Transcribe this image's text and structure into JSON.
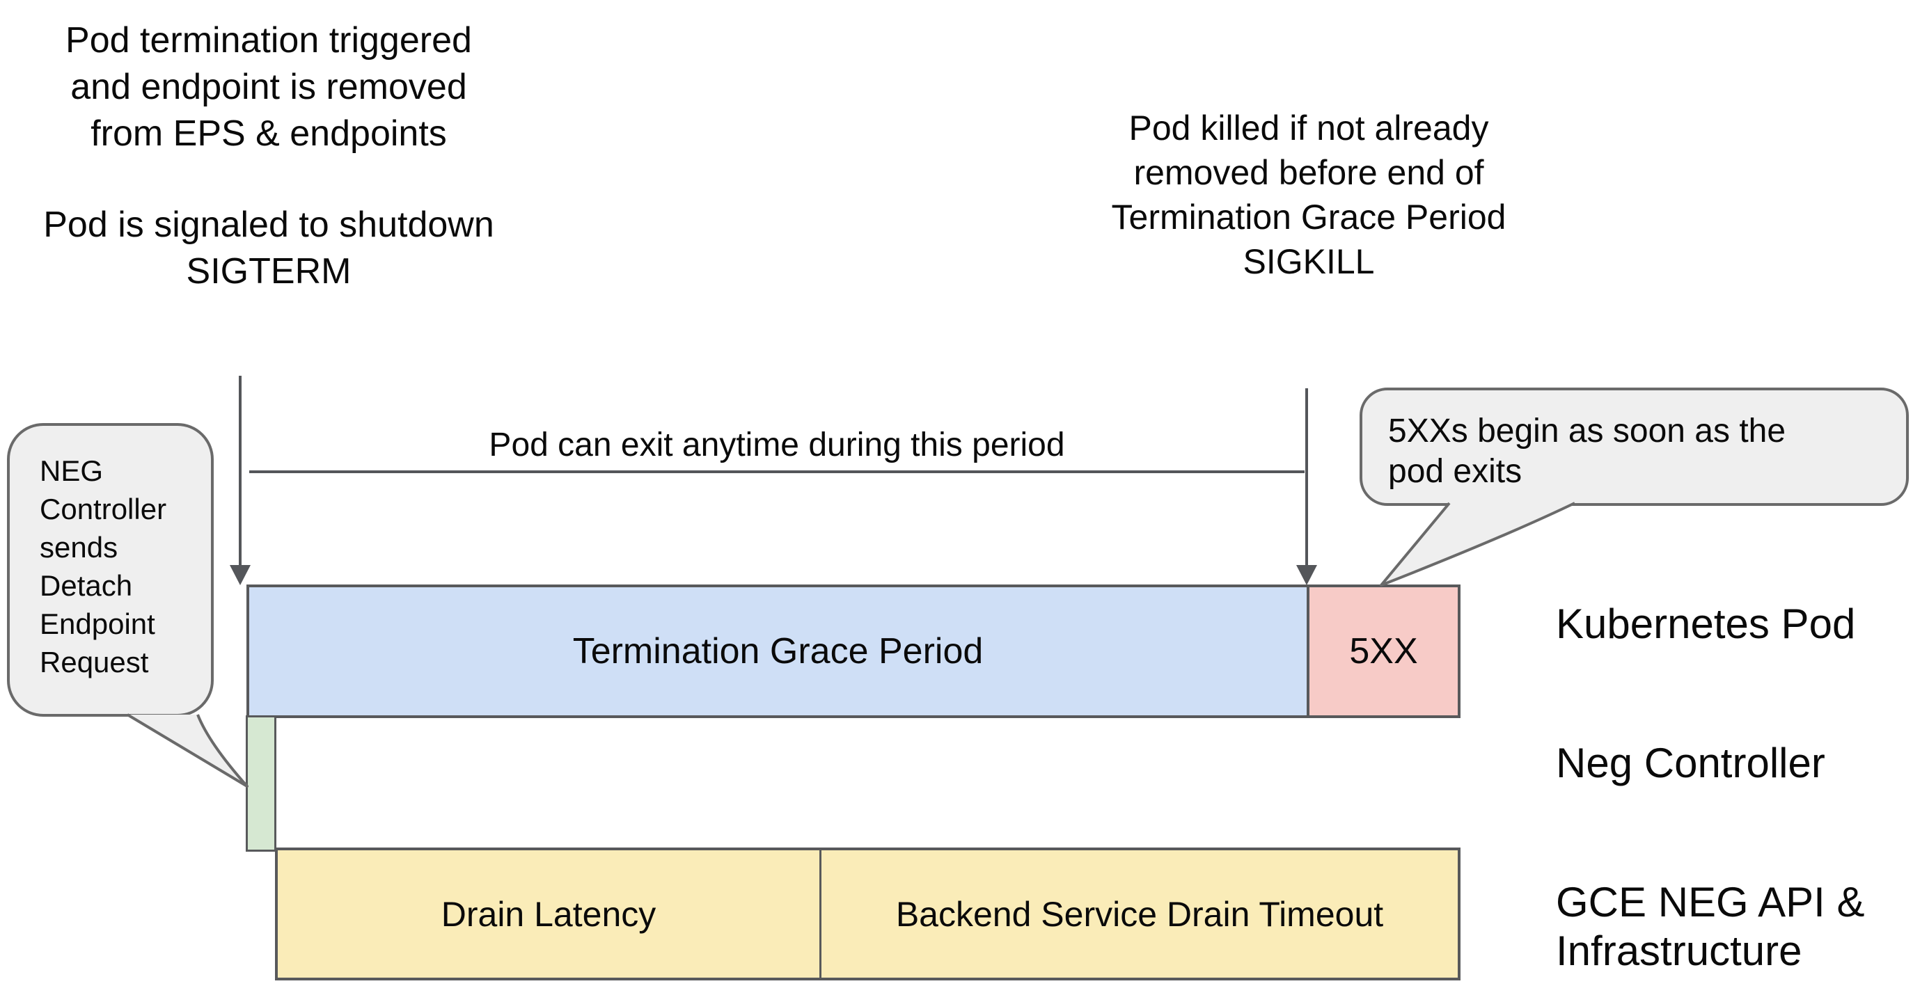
{
  "notes": {
    "top_left_para1": [
      "Pod termination triggered",
      "and endpoint is removed",
      "from EPS & endpoints"
    ],
    "top_left_para2": [
      "Pod is signaled to shutdown",
      "SIGTERM"
    ],
    "top_right": [
      "Pod killed if not already",
      "removed before end of",
      "Termination Grace Period",
      "SIGKILL"
    ],
    "span_note": "Pod can exit anytime during this period"
  },
  "callouts": {
    "neg_detach": {
      "lines": [
        "NEG",
        "Controller",
        "sends",
        "Detach",
        "Endpoint",
        "Request"
      ]
    },
    "five_xx": {
      "lines": [
        "5XXs begin as soon as the",
        "pod exits"
      ]
    }
  },
  "timeline": {
    "kubernetes_pod": {
      "row_label": "Kubernetes Pod",
      "grace_segment": "Termination Grace Period",
      "error_segment": "5XX"
    },
    "neg_controller": {
      "row_label": "Neg Controller"
    },
    "gce": {
      "row_label": "GCE NEG API & Infrastructure",
      "drain_latency_segment": "Drain Latency",
      "drain_timeout_segment": "Backend Service Drain Timeout"
    }
  },
  "colors": {
    "background": "#ffffff",
    "text": "#0a0a0a",
    "grace_fill": "#cfdff6",
    "errors_fill": "#f7cbc7",
    "detach_fill": "#d6e8d2",
    "drain_fill": "#faecb8",
    "bar_border": "#58595b",
    "callout_fill": "#efefef",
    "callout_border": "#6a6a6a",
    "arrow": "#54565a"
  }
}
